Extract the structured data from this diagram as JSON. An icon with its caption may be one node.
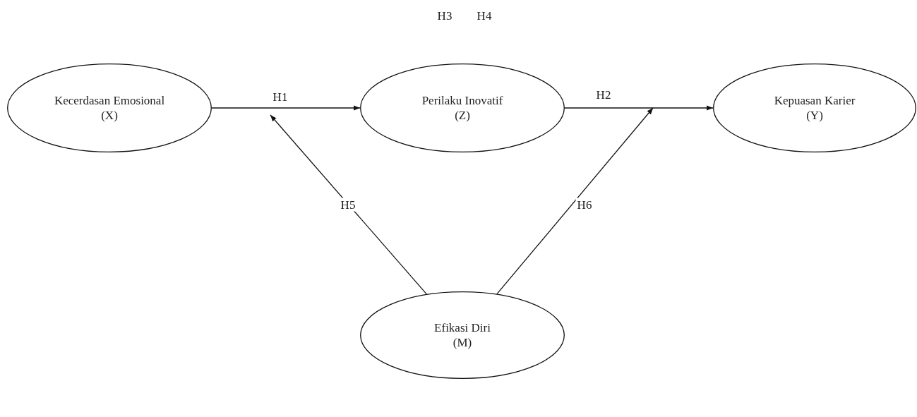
{
  "diagram": {
    "nodes": [
      {
        "text": [
          "Kecerdasan Emosional",
          "(X)"
        ]
      },
      {
        "text": [
          "Perilaku Inovatif",
          "(Z)"
        ]
      },
      {
        "text": [
          "Kepuasan Karier",
          "(Y)"
        ]
      },
      {
        "text": [
          "Efikasi Diri",
          "(M)"
        ]
      }
    ],
    "edges": [
      {
        "from": 0,
        "to": 1,
        "arrow": "to",
        "label": "H1"
      },
      {
        "from": 1,
        "to": 2,
        "arrow": "to",
        "label": "H2"
      },
      {
        "from": 3,
        "to": null,
        "arrow": "to",
        "label": "H5"
      },
      {
        "from": 3,
        "to": null,
        "arrow": "to",
        "label": "H6"
      }
    ],
    "labels": [
      "H3",
      "H4"
    ]
  }
}
